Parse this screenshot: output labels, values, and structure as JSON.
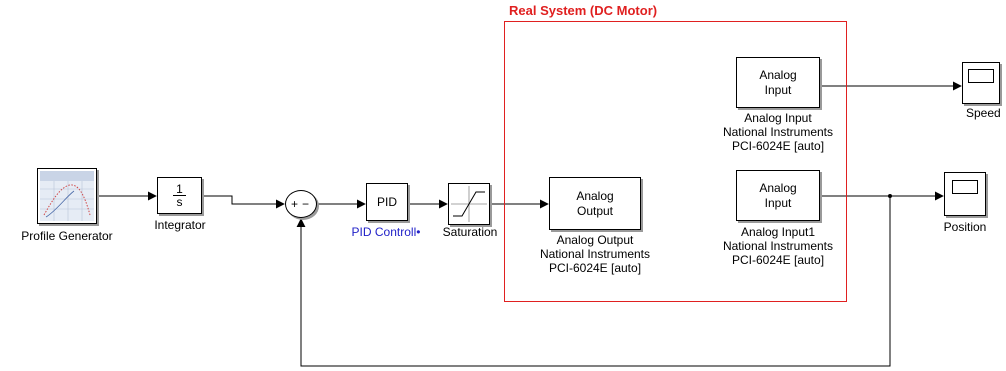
{
  "subsystem": {
    "title": "Real System (DC Motor)"
  },
  "blocks": {
    "profile_generator": {
      "label": "Profile Generator"
    },
    "integrator": {
      "numerator": "1",
      "denominator": "s",
      "label": "Integrator"
    },
    "sum": {
      "plus": "+",
      "minus": "−"
    },
    "pid": {
      "text": "PID",
      "label": "PID Controll•"
    },
    "saturation": {
      "label": "Saturation"
    },
    "analog_output": {
      "text": "Analog\nOutput",
      "label": "Analog Output\nNational Instruments\nPCI-6024E [auto]"
    },
    "analog_input": {
      "text": "Analog\nInput",
      "label": "Analog Input\nNational Instruments\nPCI-6024E [auto]"
    },
    "analog_input1": {
      "text": "Analog\nInput",
      "label": "Analog Input1\nNational Instruments\nPCI-6024E [auto]"
    },
    "speed_scope": {
      "label": "Speed"
    },
    "position_scope": {
      "label": "Position"
    }
  },
  "colors": {
    "subsystem_border": "#e02020",
    "subsystem_title": "#e02020",
    "pid_label": "#2222c8",
    "wire": "#000000"
  }
}
